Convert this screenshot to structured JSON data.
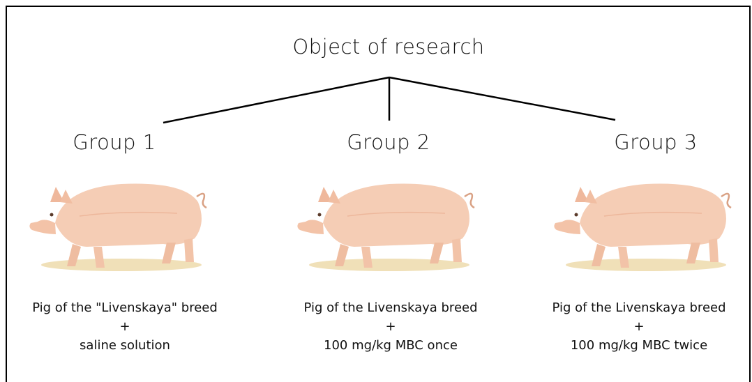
{
  "diagram": {
    "title": "Object of research",
    "groups": [
      {
        "label": "Group 1",
        "line1": "Pig of the \"Livenskaya\" breed",
        "plus": "+",
        "line2": "saline solution"
      },
      {
        "label": "Group 2",
        "line1": "Pig of the Livenskaya breed",
        "plus": "+",
        "line2": "100 mg/kg MBC once"
      },
      {
        "label": "Group 3",
        "line1": "Pig of the Livenskaya breed",
        "plus": "+",
        "line2": "100 mg/kg MBC twice"
      }
    ],
    "colors": {
      "pig_body": "#f4c9b0",
      "pig_shade": "#e8a98a",
      "ground": "#e3c77e",
      "line": "#000000"
    }
  }
}
